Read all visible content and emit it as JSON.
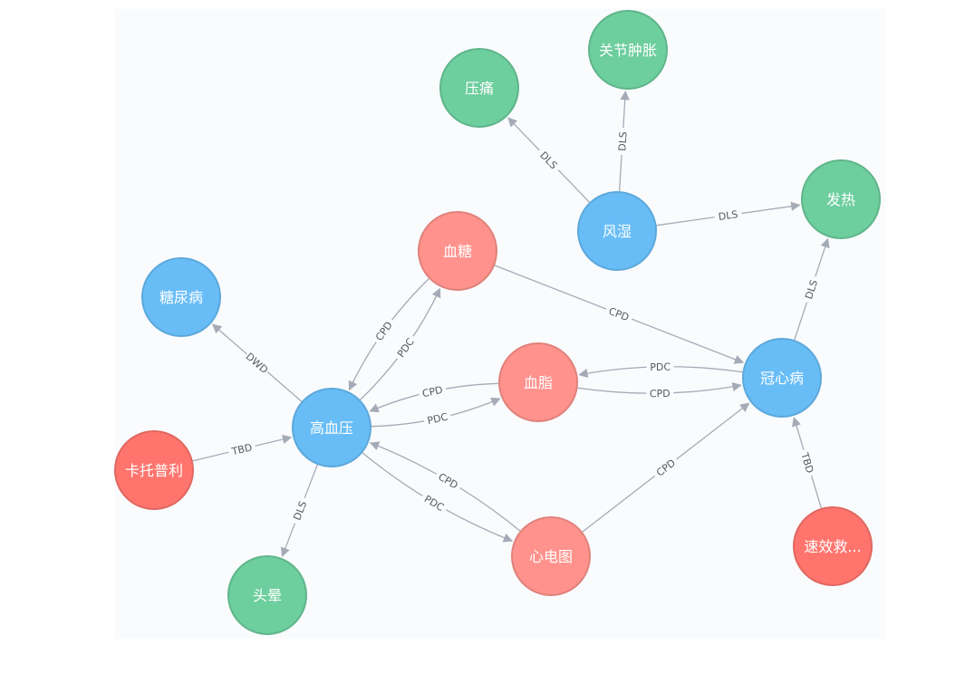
{
  "colors": {
    "disease": "#68bdf6",
    "disease_border": "#5ca8db",
    "symptom": "#6dce9e",
    "symptom_border": "#60b58b",
    "exam": "#ff928c",
    "exam_border": "#e0817b",
    "drug": "#ff756e",
    "drug_border": "#e06760",
    "edge": "#a5abb6"
  },
  "nodes": [
    {
      "id": "n_gaoxueya",
      "label": "高血压",
      "type": "disease"
    },
    {
      "id": "n_guanxinbing",
      "label": "冠心病",
      "type": "disease"
    },
    {
      "id": "n_tangniaobing",
      "label": "糖尿病",
      "type": "disease"
    },
    {
      "id": "n_fengshi",
      "label": "风湿",
      "type": "disease"
    },
    {
      "id": "n_xuetang",
      "label": "血糖",
      "type": "exam"
    },
    {
      "id": "n_xuezhi",
      "label": "血脂",
      "type": "exam"
    },
    {
      "id": "n_xindiantu",
      "label": "心电图",
      "type": "exam"
    },
    {
      "id": "n_katuopuli",
      "label": "卡托普利",
      "type": "drug"
    },
    {
      "id": "n_suxiaojiu",
      "label": "速效救...",
      "type": "drug"
    },
    {
      "id": "n_touyun",
      "label": "头晕",
      "type": "symptom"
    },
    {
      "id": "n_yatong",
      "label": "压痛",
      "type": "symptom"
    },
    {
      "id": "n_guanjie",
      "label": "关节肿胀",
      "type": "symptom"
    },
    {
      "id": "n_fare",
      "label": "发热",
      "type": "symptom"
    }
  ],
  "edges": [
    {
      "from": "n_gaoxueya",
      "to": "n_tangniaobing",
      "label": "DWD"
    },
    {
      "from": "n_katuopuli",
      "to": "n_gaoxueya",
      "label": "TBD"
    },
    {
      "from": "n_gaoxueya",
      "to": "n_touyun",
      "label": "DLS"
    },
    {
      "from": "n_gaoxueya",
      "to": "n_xuetang",
      "label": "PDC"
    },
    {
      "from": "n_xuetang",
      "to": "n_gaoxueya",
      "label": "CPD"
    },
    {
      "from": "n_gaoxueya",
      "to": "n_xuezhi",
      "label": "PDC"
    },
    {
      "from": "n_xuezhi",
      "to": "n_gaoxueya",
      "label": "CPD"
    },
    {
      "from": "n_gaoxueya",
      "to": "n_xindiantu",
      "label": "PDC"
    },
    {
      "from": "n_xindiantu",
      "to": "n_gaoxueya",
      "label": "CPD"
    },
    {
      "from": "n_xuetang",
      "to": "n_guanxinbing",
      "label": "CPD"
    },
    {
      "from": "n_xuezhi",
      "to": "n_guanxinbing",
      "label": "CPD"
    },
    {
      "from": "n_guanxinbing",
      "to": "n_xuezhi",
      "label": "PDC"
    },
    {
      "from": "n_xindiantu",
      "to": "n_guanxinbing",
      "label": "CPD"
    },
    {
      "from": "n_suxiaojiu",
      "to": "n_guanxinbing",
      "label": "TBD"
    },
    {
      "from": "n_guanxinbing",
      "to": "n_fare",
      "label": "DLS"
    },
    {
      "from": "n_fengshi",
      "to": "n_fare",
      "label": "DLS"
    },
    {
      "from": "n_fengshi",
      "to": "n_yatong",
      "label": "DLS"
    },
    {
      "from": "n_fengshi",
      "to": "n_guanjie",
      "label": "DLS"
    }
  ]
}
